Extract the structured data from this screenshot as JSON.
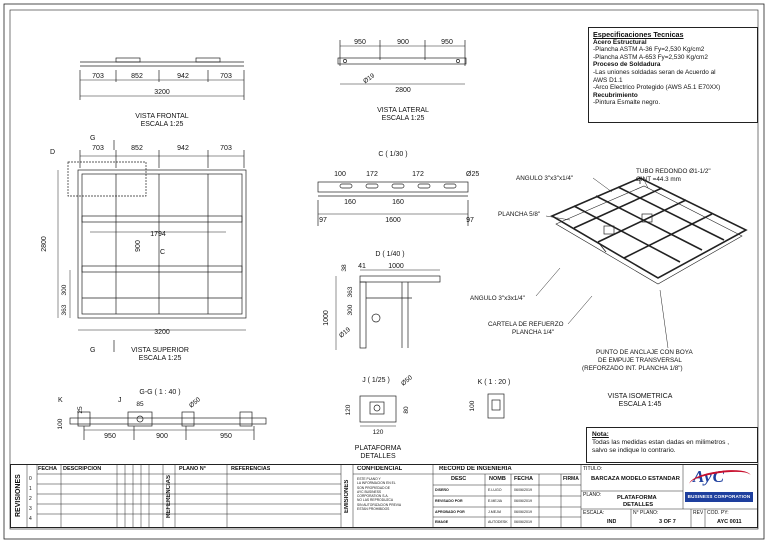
{
  "views": {
    "frontal": {
      "d1": "703",
      "d2": "852",
      "d3": "942",
      "d4": "703",
      "total": "3200",
      "title": "VISTA FRONTAL",
      "scale": "ESCALA 1:25"
    },
    "lateral": {
      "d1": "950",
      "d2": "900",
      "d3": "950",
      "total": "2800",
      "dia": "Ø19",
      "title": "VISTA LATERAL",
      "scale": "ESCALA 1:25"
    },
    "superior": {
      "g": "G",
      "d": "D",
      "d1": "703",
      "d2": "852",
      "d3": "942",
      "d4": "703",
      "h": "2800",
      "inner": "1794",
      "v900": "900",
      "c": "C",
      "v363": "363",
      "v300": "300",
      "total": "3200",
      "title": "VISTA SUPERIOR",
      "scale": "ESCALA 1:25"
    },
    "detC": {
      "title": "C ( 1/30 )",
      "d100": "100",
      "d172a": "172",
      "d172b": "172",
      "dia": "Ø25",
      "d160a": "160",
      "d160b": "160",
      "d1600": "1600",
      "d97a": "97",
      "d97b": "97"
    },
    "detD": {
      "title": "D ( 1/40 )",
      "d38": "38",
      "d41": "41",
      "d1000": "1000",
      "d363": "363",
      "d1000v": "1000",
      "d300": "300",
      "dia": "Ø19"
    },
    "detGG": {
      "title": "G-G ( 1 : 40 )",
      "k": "K",
      "j": "J",
      "d85": "85",
      "d25": "25",
      "d100": "100",
      "dia": "Ø50",
      "d950a": "950",
      "d900": "900",
      "d950b": "950"
    },
    "detJ": {
      "title": "J ( 1/25 )",
      "dia": "Ø50",
      "d120v": "120",
      "d80": "80",
      "d120h": "120"
    },
    "detK": {
      "title": "K ( 1 : 20 )",
      "d100": "100"
    },
    "plataforma": {
      "line1": "PLATAFORMA",
      "line2": "DETALLES"
    },
    "iso": {
      "tubo1": "TUBO REDONDO Ø1-1/2\"",
      "tubo2": "ØINT =44.3 mm",
      "angulo1": "ANGULO 3\"x3\"x1/4\"",
      "plancha": "PLANCHA 5/8\"",
      "angulo2": "ANGULO 3\"x3x1/4\"",
      "cartela1": "CARTELA DE REFUERZO",
      "cartela2": "PLANCHA 1/4\"",
      "punto1": "PUNTO DE ANCLAJE CON BOYA",
      "punto2": "DE EMPUJE TRANSVERSAL",
      "punto3": "(REFORZADO INT. PLANCHA 1/8\")",
      "title": "VISTA ISOMETRICA",
      "scale": "ESCALA 1:45"
    }
  },
  "specs": {
    "title": "Especificaciones Tecnicas",
    "s1": "Acero Estructural",
    "l1": "-Plancha ASTM A-36  Fy=2,530 Kg/cm2",
    "l2": "-Plancha ASTM A-653  Fy=2,530 Kg/cm2",
    "s2": "Proceso de Soldadura",
    "l3": "-Las uniones soldadas seran de Acuerdo al",
    "l4": "AWS D1.1",
    "l5": "-Arco Electrico Protegido (AWS A5.1 E70XX)",
    "s3": "Recubrimiento",
    "l6": "-Pintura Esmalte negro."
  },
  "nota": {
    "title": "Nota:",
    "l1": "Todas las medidas estan dadas en milimetros ,",
    "l2": "salvo se indique lo contrario."
  },
  "titleblock": {
    "revisiones": "REVISIONES",
    "fecha": "FECHA",
    "descripcion": "DESCRIPCION",
    "rows": [
      "0",
      "1",
      "2",
      "3",
      "4"
    ],
    "referencias": "REFERENCIAS",
    "plano_no": "PLANO N°",
    "referencias2": "REFERENCIAS",
    "emisiones": "EMISIONES",
    "confidencial": "CONFIDENCIAL",
    "conf_text": [
      "ESTE PLANO Y",
      "LA INFORMACION EN EL",
      "SON PROPIEDAD DE",
      "AYC BUSINESS",
      "CORPORATION S.A.",
      "NO LAS REPRODUZCA",
      "SIN AUTORIZACION PREVIA",
      "ESTAN PROHIBIDOS"
    ],
    "record": "RECORD DE INGENIERIA",
    "desc": "DESC",
    "nomb": "NOMB",
    "fecha2": "FECHA",
    "firma": "FIRMA",
    "rec_rows": [
      {
        "desc": "DISEÑO",
        "nomb": "E.LUGO",
        "fecha": "06/06/2019"
      },
      {
        "desc": "REVISADO POR",
        "nomb": "E.MEJIA",
        "fecha": "06/06/2019"
      },
      {
        "desc": "APROBADO POR",
        "nomb": "J.MEJIA",
        "fecha": "06/06/2019"
      },
      {
        "desc": "EMAGE",
        "nomb": "AUTODESK",
        "fecha": "06/06/2019"
      }
    ],
    "titulo_lbl": "TITULO:",
    "titulo": "BARCAZA MODELO ESTANDAR",
    "plano_lbl": "PLANO:",
    "plano1": "PLATAFORMA",
    "plano2": "DETALLES",
    "escala_lbl": "ESCALA:",
    "escala": "IND",
    "nplano_lbl": "N° PLANO:",
    "nplano": "3 OF 7",
    "rev_lbl": "REV",
    "cod_lbl": "COD. PY:",
    "cod": "AYC 0011",
    "logo": "AyC",
    "logo_sub": "BUSINESS CORPORATION"
  }
}
